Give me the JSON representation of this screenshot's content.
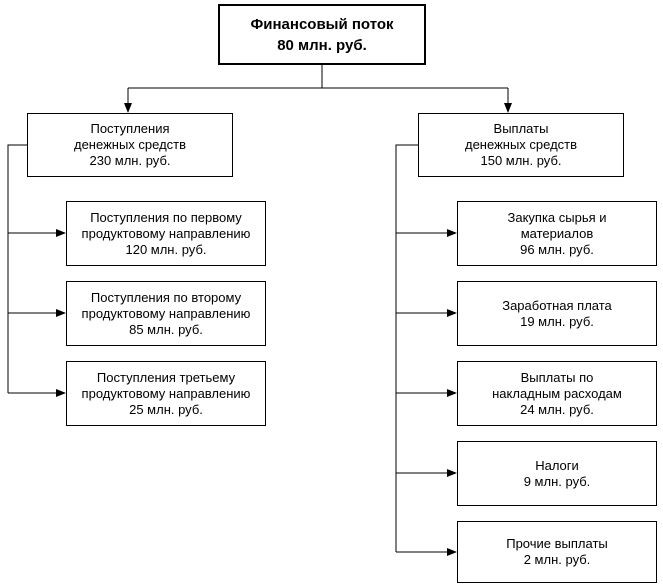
{
  "diagram": {
    "type": "flowchart",
    "colors": {
      "background": "#ffffff",
      "box_fill": "#ffffff",
      "box_border": "#000000",
      "text": "#000000",
      "connector": "#000000"
    },
    "boxes": {
      "root": {
        "lines": [
          "Финансовый поток",
          "80 млн. руб."
        ]
      },
      "inflow_header": {
        "lines": [
          "Поступления",
          "денежных средств",
          "230 млн. руб."
        ]
      },
      "inflow_1": {
        "lines": [
          "Поступления по первому",
          "продуктовому направлению",
          "120 млн. руб."
        ]
      },
      "inflow_2": {
        "lines": [
          "Поступления по второму",
          "продуктовому направлению",
          "85 млн. руб."
        ]
      },
      "inflow_3": {
        "lines": [
          "Поступления третьему",
          "продуктовому направлению",
          "25 млн. руб."
        ]
      },
      "outflow_header": {
        "lines": [
          "Выплаты",
          "денежных средств",
          "150 млн. руб."
        ]
      },
      "outflow_1": {
        "lines": [
          "Закупка сырья и",
          "материалов",
          "96 млн. руб."
        ]
      },
      "outflow_2": {
        "lines": [
          "Заработная плата",
          "19 млн. руб."
        ]
      },
      "outflow_3": {
        "lines": [
          "Выплаты по",
          "накладным расходам",
          "24 млн. руб."
        ]
      },
      "outflow_4": {
        "lines": [
          "Налоги",
          "9 млн. руб."
        ]
      },
      "outflow_5": {
        "lines": [
          "Прочие выплаты",
          "2 млн. руб."
        ]
      }
    }
  }
}
